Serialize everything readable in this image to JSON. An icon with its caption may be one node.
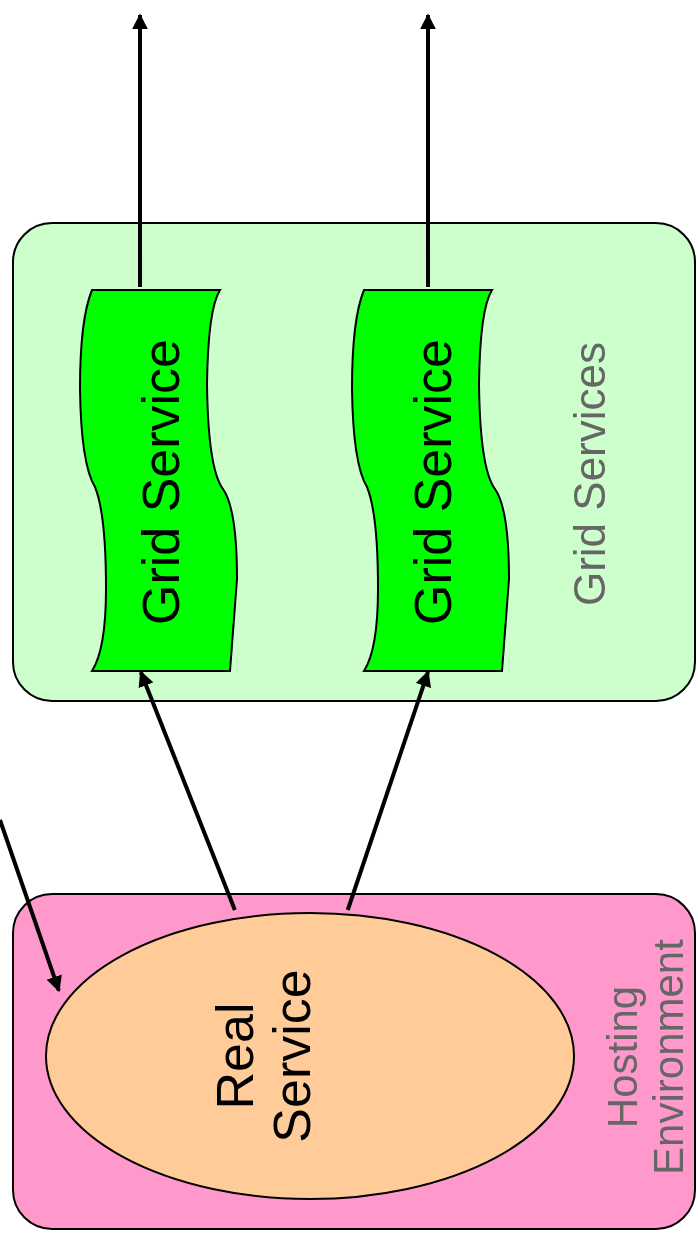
{
  "diagram": {
    "nodes": [
      {
        "text": [
          "Grid Services"
        ]
      },
      {
        "text": [
          "Grid Service"
        ],
        "in": 0
      },
      {
        "text": [
          "Grid Service"
        ],
        "in": 0
      },
      {
        "text": [
          "Hosting Environment"
        ]
      },
      {
        "text": [
          "Real Service"
        ],
        "in": 3
      }
    ],
    "edges": [
      {
        "from": 1,
        "to": null,
        "arrow": "to"
      },
      {
        "from": 2,
        "to": null,
        "arrow": "to"
      },
      {
        "from": 4,
        "to": 1,
        "arrow": "to"
      },
      {
        "from": 4,
        "to": 2,
        "arrow": "to"
      },
      {
        "from": null,
        "to": 4,
        "arrow": "to"
      }
    ]
  }
}
